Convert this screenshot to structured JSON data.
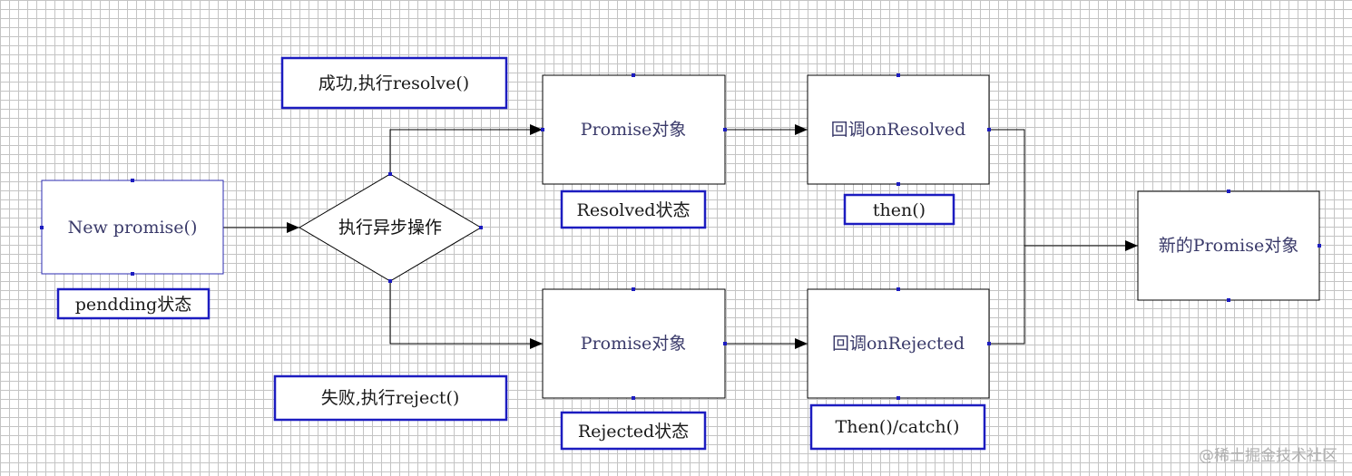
{
  "nodes": {
    "new_promise": "New promise()",
    "async_op": "执行异步操作",
    "promise_resolved": "Promise对象",
    "promise_rejected": "Promise对象",
    "on_resolved": "回调onResolved",
    "on_rejected": "回调onRejected",
    "new_promise_obj": "新的Promise对象"
  },
  "labels": {
    "pending": "pendding状态",
    "success": "成功,执行resolve()",
    "failure": "失败,执行reject()",
    "resolved_state": "Resolved状态",
    "rejected_state": "Rejected状态",
    "then": "then()",
    "then_catch": "Then()/catch()"
  },
  "watermark": "@稀土掘金技术社区"
}
